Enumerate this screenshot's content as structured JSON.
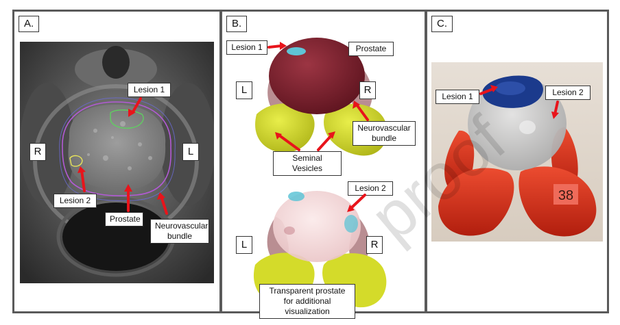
{
  "panels": [
    {
      "id": "A",
      "label": "A.",
      "callouts": {
        "lesion1": "Lesion 1",
        "lesion2": "Lesion 2",
        "prostate": "Prostate",
        "nvb": "Neurovascular bundle"
      },
      "sides": {
        "left": "R",
        "right": "L"
      }
    },
    {
      "id": "B",
      "label": "B.",
      "callouts": {
        "lesion1": "Lesion 1",
        "prostate": "Prostate",
        "nvb": "Neurovascular bundle",
        "seminal": "Seminal Vesicles",
        "lesion2": "Lesion 2",
        "transparent": "Transparent prostate for additional visualization"
      },
      "sides_top": {
        "left": "L",
        "right": "R"
      },
      "sides_bottom": {
        "left": "L",
        "right": "R"
      }
    },
    {
      "id": "C",
      "label": "C.",
      "callouts": {
        "lesion1": "Lesion 1",
        "lesion2": "Lesion 2"
      },
      "tag": "38"
    }
  ],
  "watermark": "proof",
  "colors": {
    "arrow": "#e8141b",
    "frame": "#5a5a5a",
    "prostate_dark": "#7a1e2a",
    "vesicle": "#d4db2a",
    "nvb": "#b98e92",
    "lesion_cyan": "#5fc4d6",
    "print_red": "#e0301c"
  }
}
